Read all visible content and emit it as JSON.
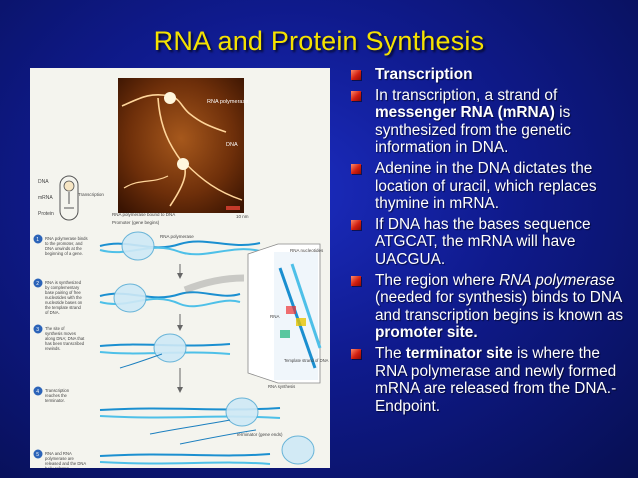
{
  "slide": {
    "title": "RNA and Protein Synthesis"
  },
  "bullets": [
    {
      "parts": [
        {
          "t": "Transcription",
          "b": true
        }
      ]
    },
    {
      "parts": [
        {
          "t": "In transcription, a strand of "
        },
        {
          "t": "messenger RNA (mRNA)",
          "b": true
        },
        {
          "t": " is synthesized from the genetic information in DNA."
        }
      ]
    },
    {
      "parts": [
        {
          "t": " Adenine in the DNA dictates the location of uracil, which replaces thymine in mRNA."
        }
      ]
    },
    {
      "parts": [
        {
          "t": "If DNA has the bases sequence ATGCAT, the mRNA will have UACGUA."
        }
      ]
    },
    {
      "parts": [
        {
          "t": "The region where "
        },
        {
          "t": "RNA polymerase",
          "i": true
        },
        {
          "t": " (needed for synthesis) binds to DNA and transcription begins is known as "
        },
        {
          "t": "promoter site.",
          "b": true
        }
      ]
    },
    {
      "parts": [
        {
          "t": "The "
        },
        {
          "t": "terminator site",
          "b": true
        },
        {
          "t": " is where the RNA polymerase and newly formed mRNA are released from the DNA.-Endpoint."
        }
      ]
    }
  ],
  "figure": {
    "micrograph_labels": {
      "polymerase": "RNA polymerase",
      "dna": "DNA"
    },
    "scale_bar": "10 nm",
    "legend": {
      "dna": "DNA",
      "transcription": "Transcription",
      "mrna": "mRNA",
      "protein": "Protein"
    },
    "tags": {
      "bound": "RNA polymerase bound to DNA",
      "promoter": "Promoter (gene begins)",
      "polymerase": "RNA polymerase",
      "rna_nucleotides": "RNA nucleotides",
      "rna": "RNA",
      "template": "Template strand of DNA",
      "synthesis": "RNA synthesis",
      "terminator": "Terminator (gene ends)"
    },
    "steps": [
      {
        "n": "1",
        "text": "RNA polymerase binds to the promoter, and DNA unwinds at the beginning of a gene."
      },
      {
        "n": "2",
        "text": "RNA is synthesized by complementary base pairing of free nucleotides with the nucleotide bases on the template strand of DNA."
      },
      {
        "n": "3",
        "text": "The site of synthesis moves along DNA; DNA that has been transcribed rewinds."
      },
      {
        "n": "4",
        "text": "Transcription reaches the terminator."
      },
      {
        "n": "5",
        "text": "RNA and RNA polymerase are released and the DNA helix reforms."
      }
    ]
  },
  "colors": {
    "title": "#f5e200",
    "bullet_mark": "#d21f10",
    "step_circle": "#2b63b8",
    "helix": "#1b8fd0"
  }
}
